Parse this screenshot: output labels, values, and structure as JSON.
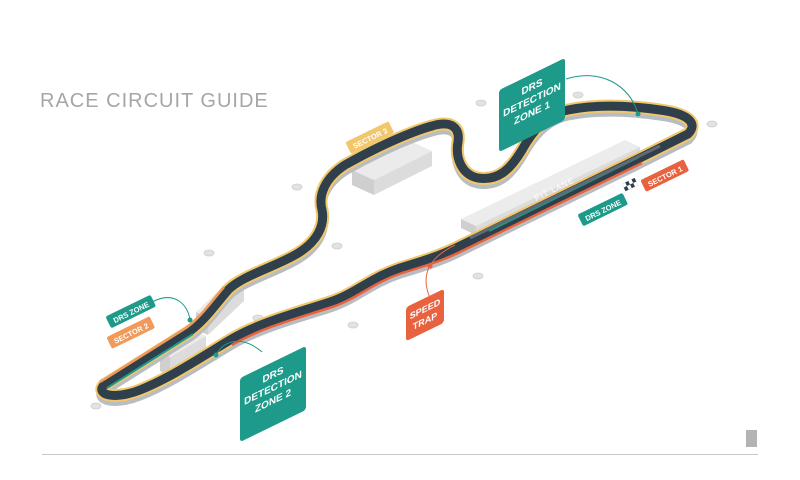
{
  "title": "RACE CIRCUIT GUIDE",
  "labels": {
    "drs_detection_zone_1": [
      "DRS",
      "DETECTION",
      "ZONE 1"
    ],
    "drs_detection_zone_2": [
      "DRS",
      "DETECTION",
      "ZONE 2"
    ],
    "sector_1": "SECTOR 1",
    "sector_2": "SECTOR 2",
    "sector_3": "SECTOR 3",
    "drs_zone_left": "DRS ZONE",
    "drs_zone_right": "DRS ZONE",
    "speed_trap": [
      "SPEED",
      "TRAP"
    ],
    "pit_lane": "PIT LANE"
  },
  "colors": {
    "track": "#2f3f4b",
    "track_shadow": "#aab0b5",
    "drs_teal": "#1e9a8a",
    "sector_orange": "#f09a5a",
    "sector_yellow": "#f2c66d",
    "speed_red": "#e8623f",
    "building": "#d6d6d6",
    "grid": "#c9c9c9"
  },
  "icons": [
    "checkered-flag-icon",
    "marker-dot-icon"
  ]
}
